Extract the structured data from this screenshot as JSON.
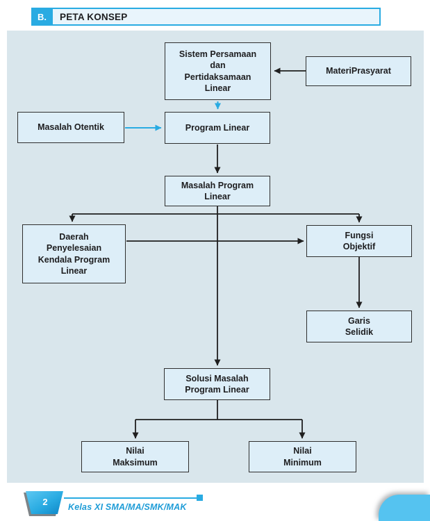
{
  "header": {
    "section_letter": "B.",
    "title": "PETA KONSEP"
  },
  "diagram": {
    "nodes": {
      "sistem": {
        "label": "Sistem Persamaan\ndan\nPertidaksamaan\nLinear"
      },
      "materi_prasyarat": {
        "label": "MateriPrasyarat"
      },
      "masalah_otentik": {
        "label": "Masalah Otentik"
      },
      "program_linear": {
        "label": "Program Linear"
      },
      "masalah_program_linear": {
        "label": "Masalah Program\nLinear"
      },
      "daerah_penyelesaian": {
        "label": "Daerah\nPenyelesaian\nKendala Program\nLinear"
      },
      "fungsi_objektif": {
        "label": "Fungsi\nObjektif"
      },
      "garis_selidik": {
        "label": "Garis\nSelidik"
      },
      "solusi": {
        "label": "Solusi Masalah\nProgram Linear"
      },
      "nilai_maksimum": {
        "label": "Nilai\nMaksimum"
      },
      "nilai_minimum": {
        "label": "Nilai\nMinimum"
      }
    },
    "edges": [
      {
        "from": "materi_prasyarat",
        "to": "sistem",
        "color": "black"
      },
      {
        "from": "sistem",
        "to": "program_linear",
        "color": "cyan"
      },
      {
        "from": "masalah_otentik",
        "to": "program_linear",
        "color": "cyan"
      },
      {
        "from": "program_linear",
        "to": "masalah_program_linear",
        "color": "black"
      },
      {
        "from": "masalah_program_linear",
        "to": "daerah_penyelesaian",
        "color": "black"
      },
      {
        "from": "masalah_program_linear",
        "to": "fungsi_objektif",
        "color": "black"
      },
      {
        "from": "masalah_program_linear",
        "to": "solusi",
        "color": "black"
      },
      {
        "from": "daerah_penyelesaian",
        "to": "fungsi_objektif",
        "color": "black"
      },
      {
        "from": "fungsi_objektif",
        "to": "garis_selidik",
        "color": "black"
      },
      {
        "from": "solusi",
        "to": "nilai_maksimum",
        "color": "black"
      },
      {
        "from": "solusi",
        "to": "nilai_minimum",
        "color": "black"
      }
    ]
  },
  "footer": {
    "page_number": "2",
    "edition_label": "Kelas XI SMA/MA/SMK/MAK"
  },
  "colors": {
    "accent_blue": "#29abe2",
    "panel_background": "#d9e6ec",
    "node_fill": "#ddeef8",
    "node_border": "#2e2e2e",
    "arrow_black": "#1f1f1f",
    "corner_blue": "#55c3f0"
  }
}
